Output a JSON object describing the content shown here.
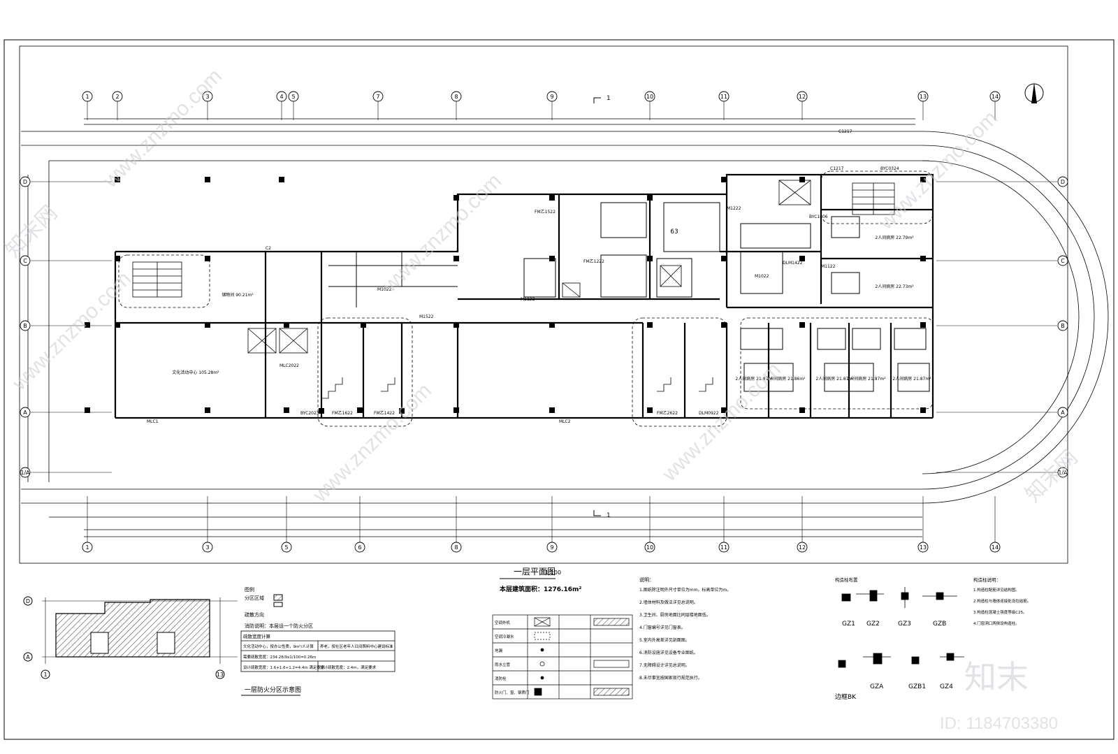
{
  "drawing": {
    "title": "一层平面图",
    "scale": "1:100",
    "area_label": "本层建筑面积：1276.16m²",
    "grid_top": [
      "1",
      "2",
      "3",
      "4",
      "5",
      "7",
      "8",
      "9",
      "10",
      "11",
      "12",
      "13",
      "14"
    ],
    "grid_bottom": [
      "1",
      "3",
      "5",
      "6",
      "8",
      "9",
      "10",
      "11",
      "12",
      "13",
      "14"
    ],
    "grid_rows": [
      "D",
      "C",
      "B",
      "A",
      "1/A"
    ],
    "section_mark": "1",
    "watermark_site": "www.znzmo.com",
    "watermark_brand": "知末网",
    "watermark_logo": "知末",
    "watermark_id": "ID: 1184703380"
  },
  "rooms": {
    "room_90": "储物间 90.21m²",
    "room_105": "文化活动中心 105.28m²",
    "room_63": "63",
    "ward_1": "2人间病房 22.79m²",
    "ward_2": "2人间病房 22.73m²",
    "ward_3": "2人间病房 21.87m²",
    "ward_4": "2人间病房 21.86m²",
    "ward_5": "2人间病房 21.87m²",
    "ward_6": "2人间病房 21.87m²",
    "ward_7": "2人间病房 21.87m²"
  },
  "door_tags": [
    "C1217",
    "C1217",
    "BYC0324",
    "BYC1806",
    "M1022",
    "M1222",
    "FM乙1522",
    "M1122",
    "M1522",
    "FM乙1422",
    "FM乙1622",
    "FM乙2622",
    "DLM0922",
    "DLM1422",
    "MLC2022",
    "BYC2023",
    "C2",
    "MLC1",
    "MLC2",
    "FM乙1222",
    "M1022",
    "M1122"
  ],
  "fire_zone": {
    "title": "一层防火分区示意图",
    "legend_title": "图例",
    "legend_zone": "分区区域",
    "legend_exit": "疏散方向",
    "note": "消防说明：本层设一个防火分区",
    "table_header": "疏散宽度计算",
    "row1_left": "文化活动中心，按办公性质，9m²/人计算",
    "row1_right": "养老，按社区老年人日间照料中心建设标准",
    "row2": "需要疏散宽度：234.28/9x1/100=0.26m",
    "row3_left": "设计疏散宽度：1.6+1.6+1.2=4.4m 满足要求",
    "row3_right": "设计疏散宽度：2.4m，满足要求",
    "axis_labels": [
      "D",
      "A",
      "1",
      "13"
    ]
  },
  "legend_table": {
    "rows": [
      [
        "空调外机",
        ""
      ],
      [
        "空调冷凝水",
        ""
      ],
      [
        "地漏",
        ""
      ],
      [
        "雨水立管",
        ""
      ],
      [
        "消防栓",
        ""
      ],
      [
        "防火门、窗、钢质门",
        ""
      ]
    ]
  },
  "notes": {
    "title": "说明：",
    "lines": [
      "1.图纸除注明外尺寸单位为mm，标高单位为m。",
      "2.墙体材料及做法详见总说明。",
      "3.卫生间、厨房地面比同层楼地面低。",
      "4.门窗编号详见门窗表。",
      "5.室内外高差详见剖面图。",
      "6.消防设施详见设备专业图纸。",
      "7.无障碍设计详见总说明。",
      "8.未尽事宜按国家现行规范执行。"
    ]
  },
  "columns_detail": {
    "title": "构造柱布置",
    "labels": [
      "GZ1",
      "GZ2",
      "GZ3",
      "GZB",
      "GZA",
      "GZB1",
      "GZ4"
    ],
    "sub_title": "边框BK"
  },
  "right_notes": {
    "title": "构造柱说明：",
    "lines": [
      "1.构造柱配筋详见结构图。",
      "2.构造柱与墙体连接处设拉结筋。",
      "3.构造柱混凝土强度等级C25。",
      "4.门窗洞口两侧设构造柱。"
    ]
  }
}
